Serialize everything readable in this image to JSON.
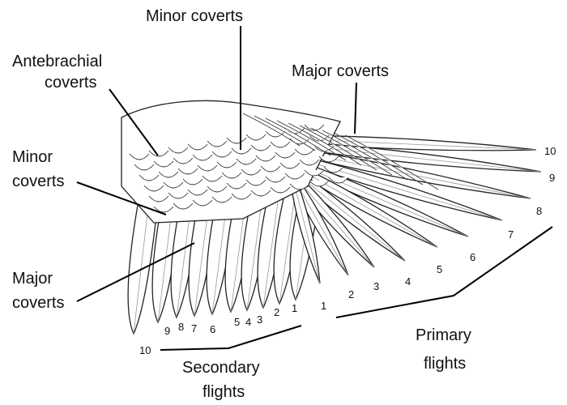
{
  "labels": {
    "minor_coverts_top": "Minor coverts",
    "antebrachial_line1": "Antebrachial",
    "antebrachial_line2": "coverts",
    "major_coverts_top": "Major coverts",
    "minor_coverts_left_line1": "Minor",
    "minor_coverts_left_line2": "coverts",
    "major_coverts_left_line1": "Major",
    "major_coverts_left_line2": "coverts",
    "secondary_line1": "Secondary",
    "secondary_line2": "flights",
    "primary_line1": "Primary",
    "primary_line2": "flights"
  },
  "primary_numbers": [
    "1",
    "2",
    "3",
    "4",
    "5",
    "6",
    "7",
    "8",
    "9",
    "10"
  ],
  "secondary_numbers": [
    "1",
    "2",
    "3",
    "4",
    "5",
    "6",
    "7",
    "8",
    "9",
    "10"
  ]
}
